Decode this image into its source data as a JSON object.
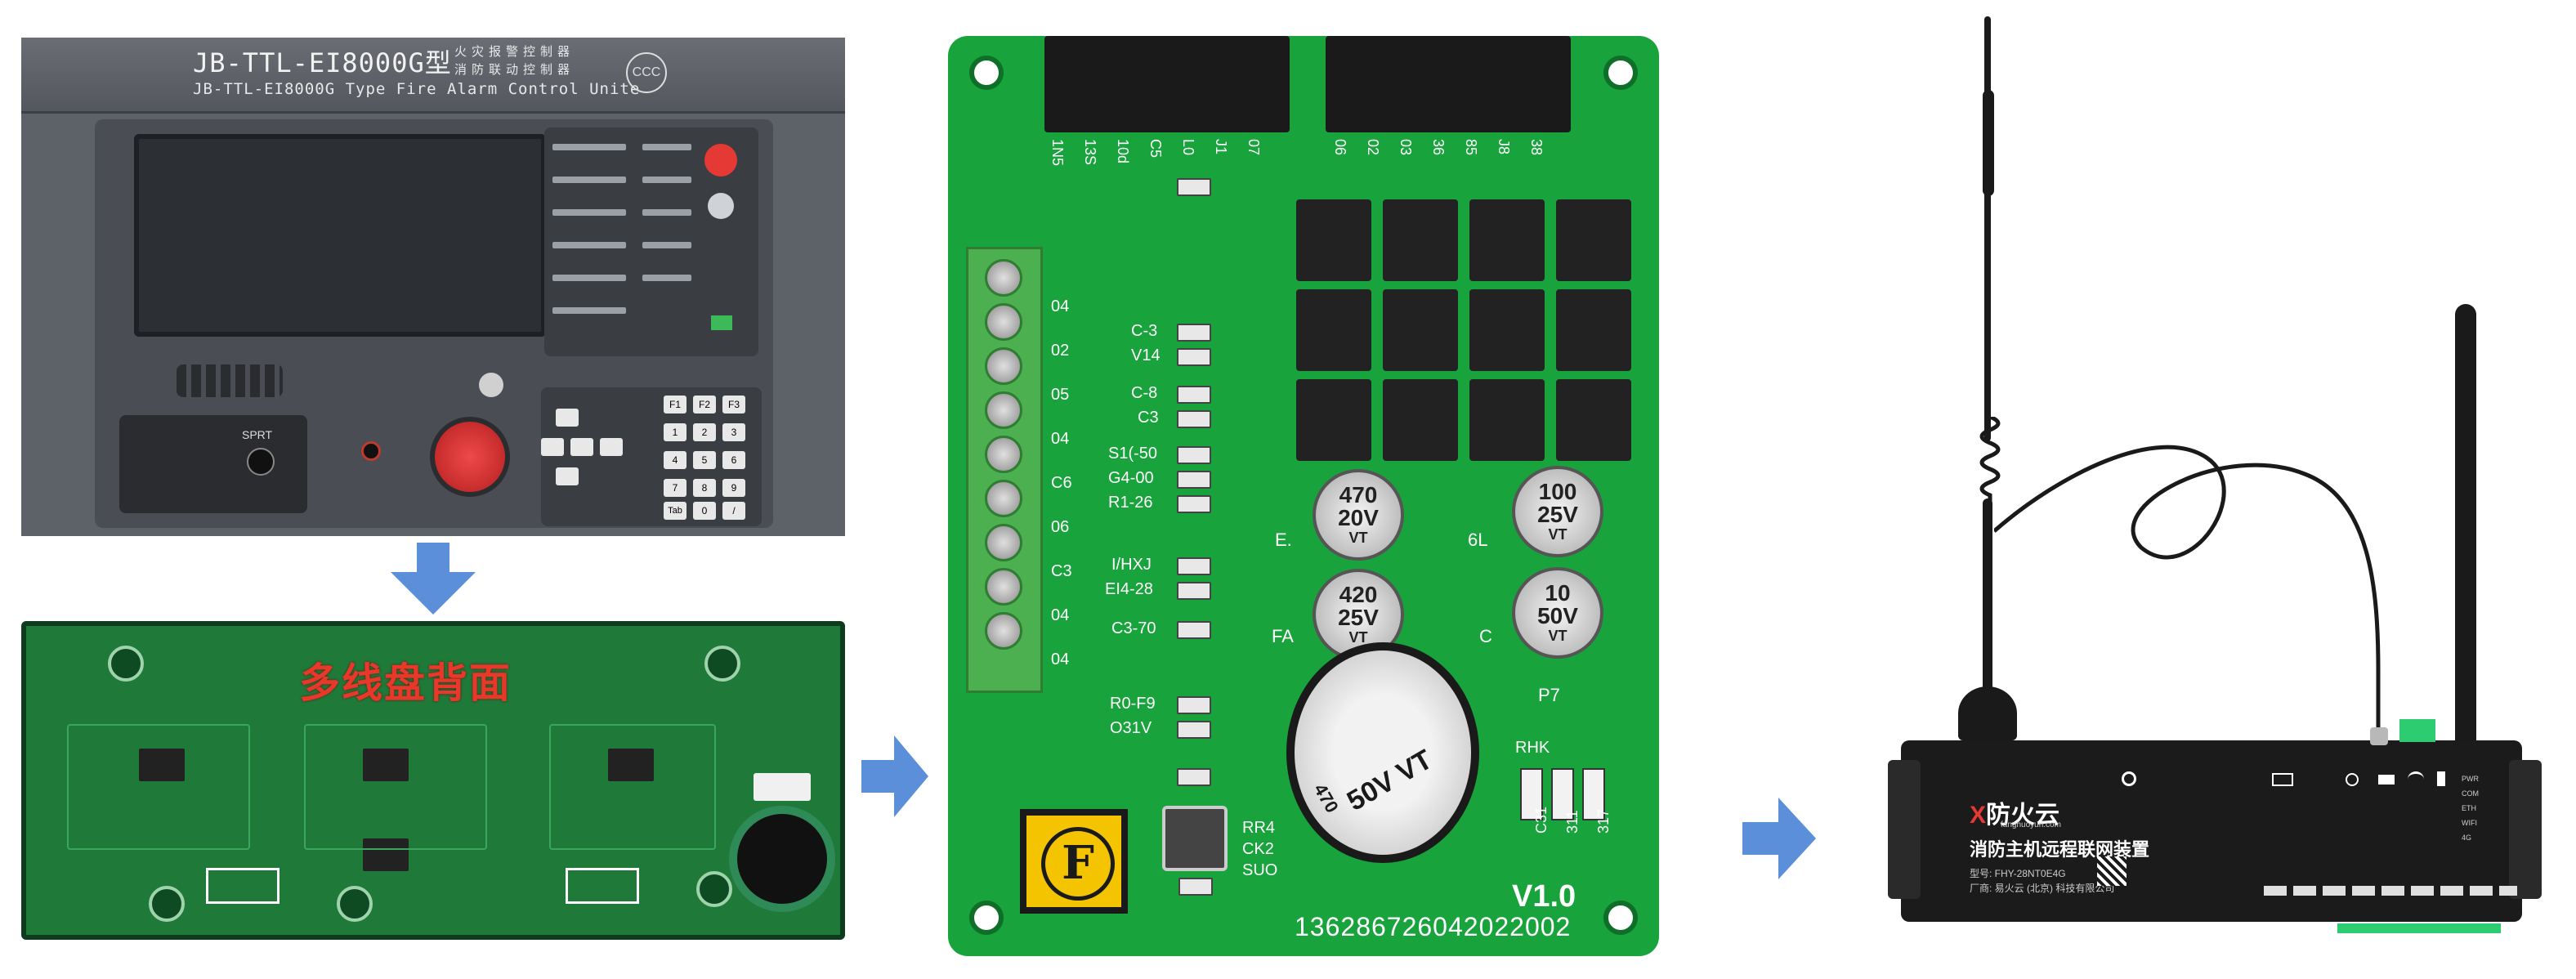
{
  "unit": {
    "model_title": "JB-TTL-EI8000G型",
    "function_line1": "火灾报警控制器",
    "function_line2": "消防联动控制器",
    "model_subtitle": "JB-TTL-EI8000G  Type Fire Alarm Control Unite",
    "printer_label": "SPRT",
    "keypad_fn": [
      "F1",
      "F2",
      "F3"
    ],
    "keypad_digits": [
      "1",
      "2",
      "3",
      "4",
      "5",
      "6",
      "7",
      "8",
      "9",
      "0"
    ],
    "keypad_extra": [
      "Tab",
      "/"
    ],
    "cert_mark": "CCC"
  },
  "board2": {
    "label": "多线盘背面"
  },
  "pcb": {
    "serial": "136286726042022002",
    "version": "V1.0",
    "header_left_labels": [
      "1N5",
      "13S",
      "10d",
      "C5",
      "L0",
      "J1",
      "07"
    ],
    "header_right_labels": [
      "06",
      "02",
      "03",
      "36",
      "85",
      "J8",
      "38"
    ],
    "terminal_labels": [
      "04",
      "02",
      "05",
      "04",
      "C6",
      "06",
      "C3",
      "04",
      "04"
    ],
    "smd_labels": [
      "C-3",
      "V14",
      "C-8",
      "C3",
      "S1(-50",
      "G4-00",
      "R1-26",
      "I/HXJ",
      "EI4-28",
      "C3-70",
      "R0-F9",
      "O31V"
    ],
    "caps": [
      {
        "cap": "470",
        "volt": "20V",
        "brand": "VT"
      },
      {
        "cap": "100",
        "volt": "25V",
        "brand": "VT"
      },
      {
        "cap": "420",
        "volt": "25V",
        "brand": "VT"
      },
      {
        "cap": "10",
        "volt": "50V",
        "brand": "VT"
      }
    ],
    "side_labels": [
      "E.",
      "6L",
      "FA",
      "C"
    ],
    "p7_label": "P7",
    "rhk_label": "RHK",
    "resistor_labels": [
      "C31",
      "311",
      "317"
    ],
    "bottom_labels": [
      "RR4",
      "CK2",
      "SUO"
    ],
    "big_cap_text": "50V VT",
    "big_cap_value": "470",
    "f_logo": "F"
  },
  "device": {
    "brand": "防火云",
    "brand_x": "X",
    "brand_url": "fanghuoyun.com",
    "product_name": "消防主机远程联网装置",
    "model": "型号: FHY-28NT0E4G",
    "maker": "厂商: 易火云 (北京) 科技有限公司",
    "status_leds": [
      "PWR",
      "COM",
      "ETH",
      "WIFI",
      "4G"
    ]
  },
  "colors": {
    "arrow": "#5b8fd9",
    "pcb_green": "#18a33c",
    "board_red_label": "#e8382a"
  }
}
